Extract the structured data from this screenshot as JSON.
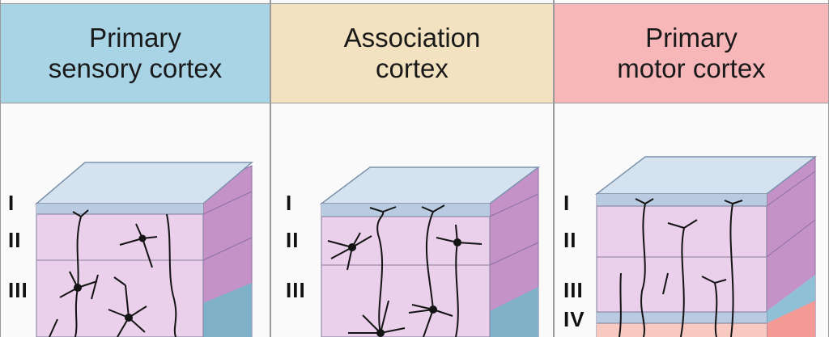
{
  "panels": [
    {
      "title": "Primary\nsensory cortex",
      "header_color": "#a8d4e6",
      "layer_labels": [
        "I",
        "II",
        "III"
      ]
    },
    {
      "title": "Association\ncortex",
      "header_color": "#f3e2c0",
      "layer_labels": [
        "I",
        "II",
        "III"
      ]
    },
    {
      "title": "Primary\nmotor cortex",
      "header_color": "#f7b7b8",
      "layer_labels": [
        "I",
        "II",
        "III",
        "IV"
      ]
    }
  ],
  "colors": {
    "layer_pink": "#ead0ea",
    "side_purple": "#c592c8",
    "top_blue": "#d5e2ef",
    "layer_i_band": "#b9cbe0",
    "neuron": "#141414"
  }
}
